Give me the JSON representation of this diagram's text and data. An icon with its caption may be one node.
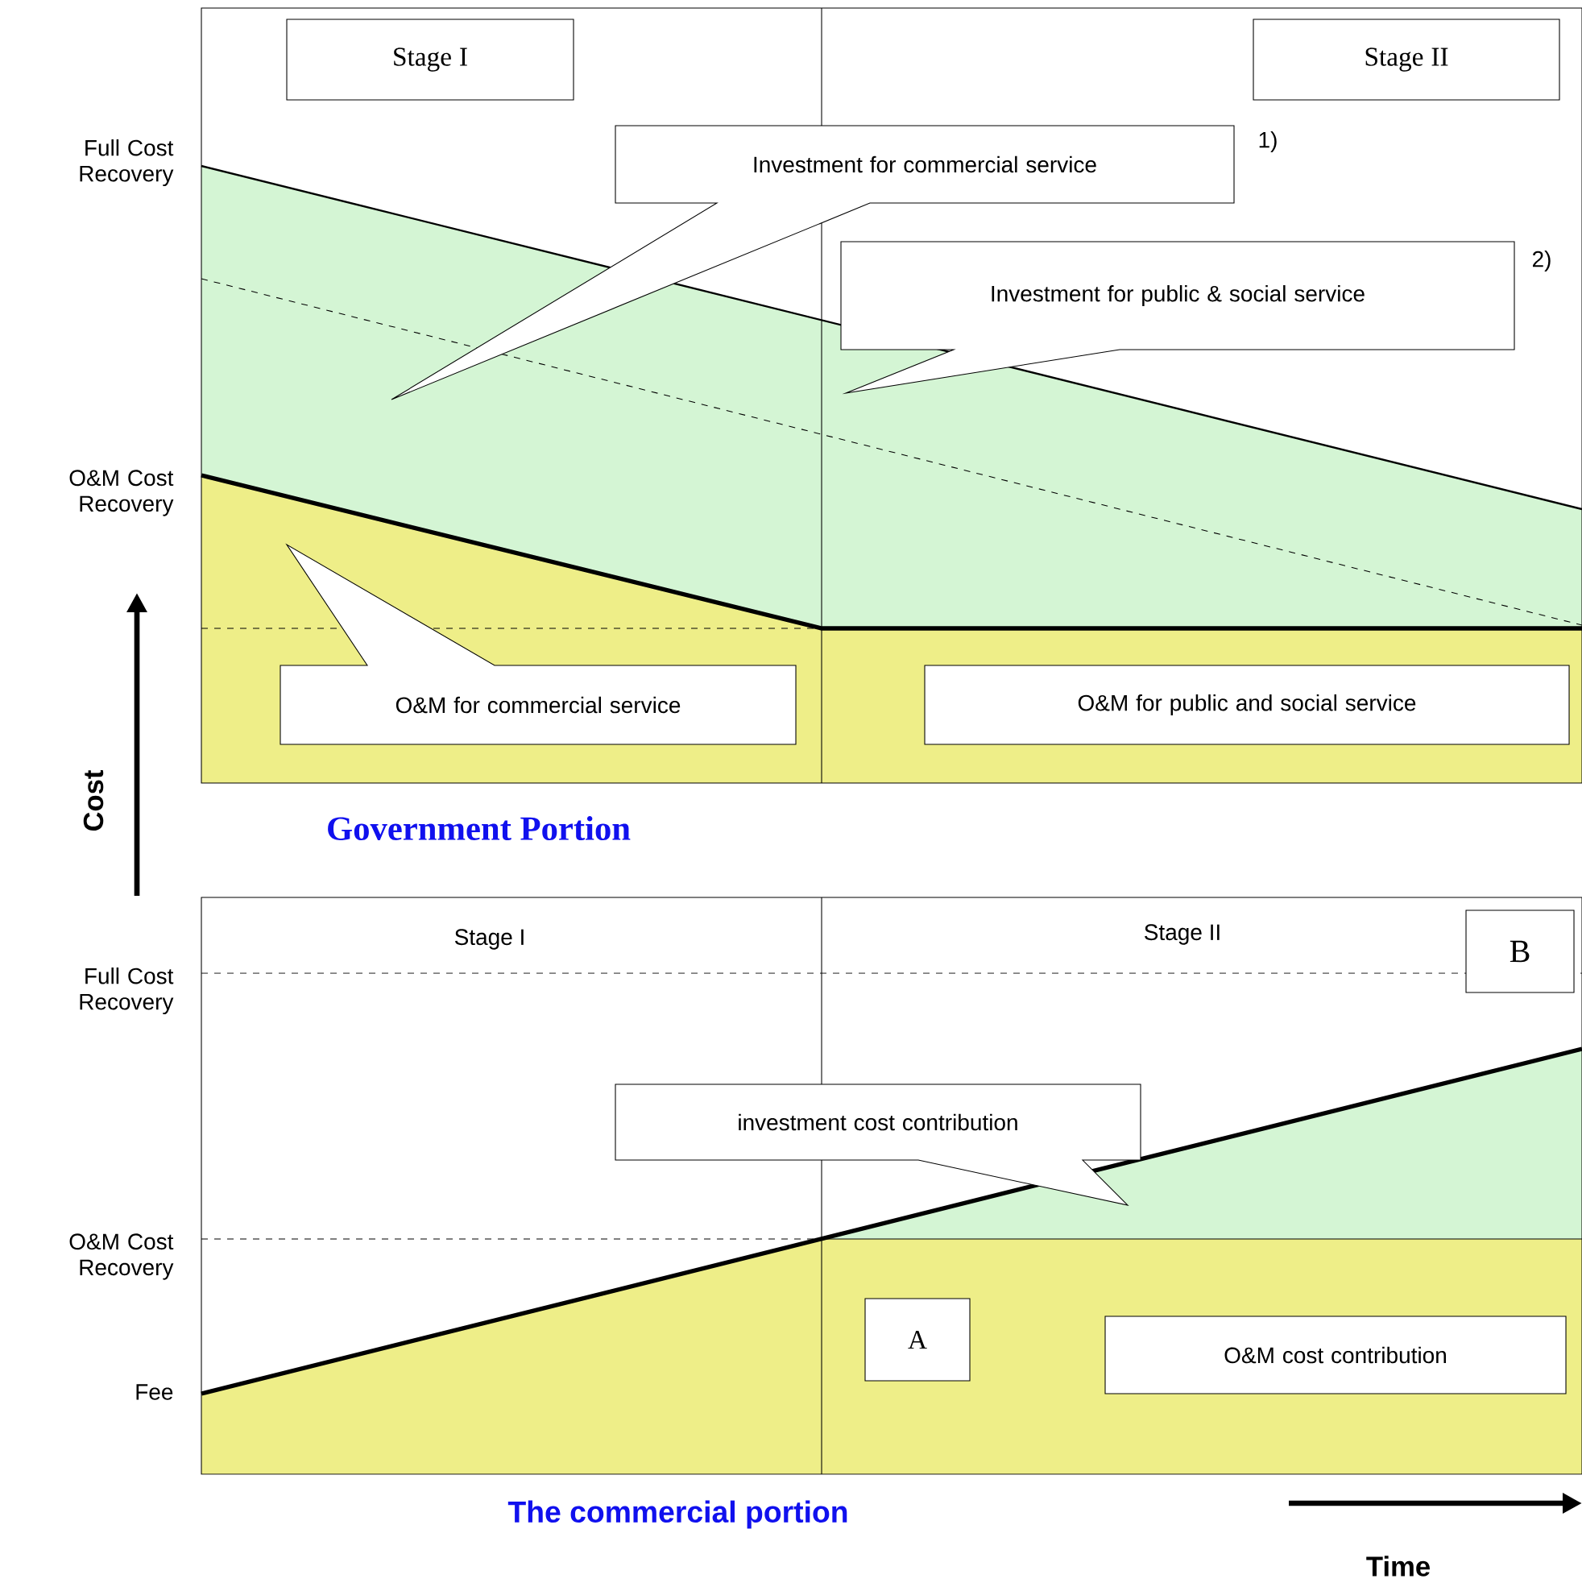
{
  "diagram": {
    "nodes": [
      {
        "text": [
          "Stage I"
        ]
      },
      {
        "text": [
          "Stage II"
        ]
      },
      {
        "text": [
          "Investment for commercial service"
        ],
        "beside": [
          "1)"
        ]
      },
      {
        "text": [
          "Investment for public & social service"
        ],
        "beside": [
          "2)"
        ]
      },
      {
        "text": [
          "O&M for commercial service"
        ]
      },
      {
        "text": [
          "O&M for public and social service"
        ]
      },
      {
        "text": [
          "investment cost contribution"
        ]
      },
      {
        "text": [
          "A"
        ]
      },
      {
        "text": [
          "O&M cost contribution"
        ]
      },
      {
        "text": [
          "B"
        ]
      }
    ],
    "labels": [
      "Full Cost Recovery",
      "O&M Cost Recovery",
      "Cost",
      "Government Portion",
      "Stage I",
      "Stage II",
      "Full Cost Recovery",
      "O&M Cost Recovery",
      "Fee",
      "The commercial portion",
      "Time"
    ]
  }
}
